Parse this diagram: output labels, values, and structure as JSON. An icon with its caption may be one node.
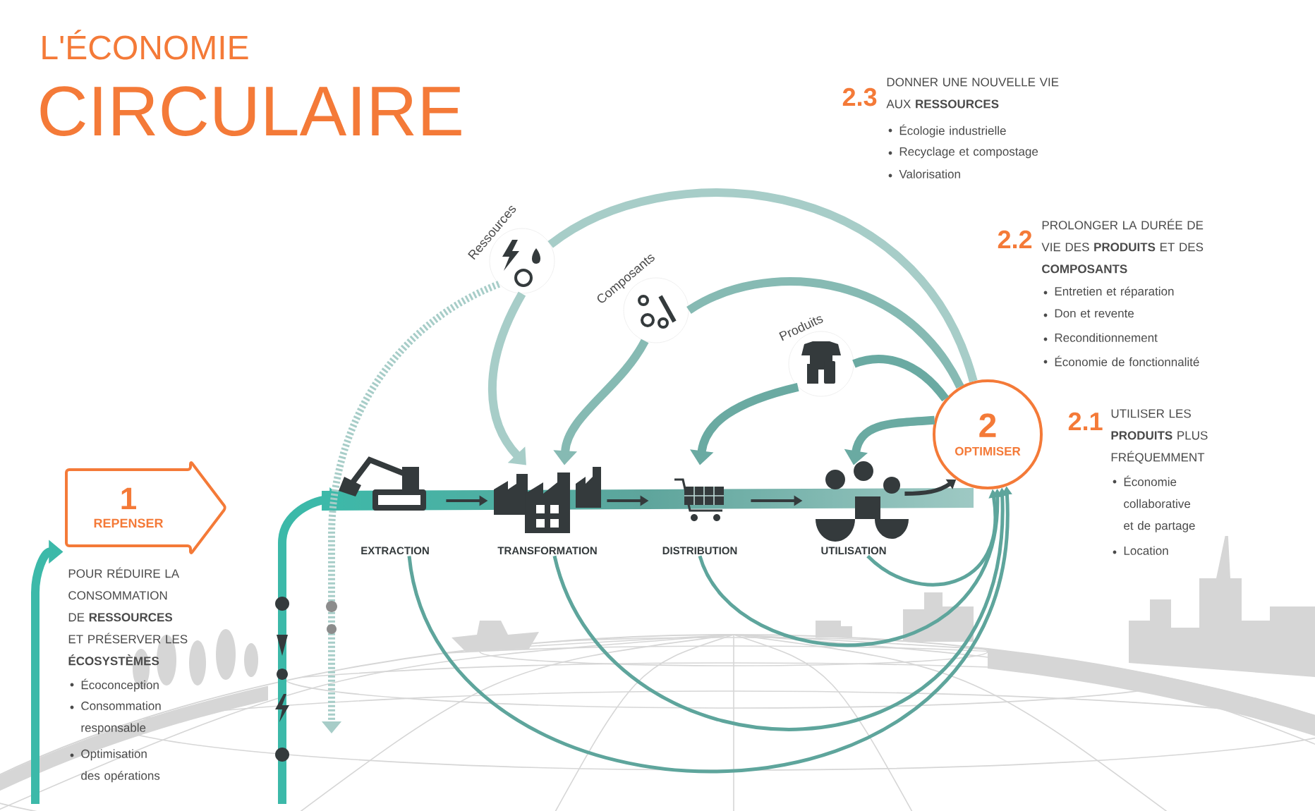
{
  "diagram": {
    "title": "L'ÉCONOMIE",
    "nodes": [
      {
        "text": [
          "1",
          "REPENSER"
        ]
      },
      {
        "text": [
          "EXTRACTION"
        ]
      },
      {
        "text": [
          "TRANSFORMATION"
        ]
      },
      {
        "text": [
          "DISTRIBUTION"
        ]
      },
      {
        "text": [
          "UTILISATION"
        ]
      },
      {
        "text": [
          "2",
          "OPTIMISER"
        ]
      },
      {
        "text": [
          "Ressources"
        ]
      },
      {
        "text": [
          "Composants"
        ]
      },
      {
        "text": [
          "Produits"
        ]
      }
    ],
    "edges": [
      {
        "from": null,
        "to": 0,
        "arrow": "to",
        "color": "#3cb9a9"
      },
      {
        "from": null,
        "to": 1,
        "arrow": "to",
        "color": "#3cb9a9"
      },
      {
        "from": 1,
        "to": 2,
        "arrow": "to",
        "color": "#343a3c"
      },
      {
        "from": 2,
        "to": 3,
        "arrow": "to",
        "color": "#343a3c"
      },
      {
        "from": 3,
        "to": 4,
        "arrow": "to",
        "color": "#343a3c"
      },
      {
        "from": 4,
        "to": 5,
        "arrow": "to",
        "color": "#343a3c"
      },
      {
        "from": 1,
        "to": 5,
        "arrow": "to",
        "color": "#5ea59c"
      },
      {
        "from": 2,
        "to": 5,
        "arrow": "to",
        "color": "#5ea59c"
      },
      {
        "from": 3,
        "to": 5,
        "arrow": "to",
        "color": "#5ea59c"
      },
      {
        "from": 4,
        "to": 5,
        "arrow": "to",
        "color": "#5ea59c"
      },
      {
        "from": 5,
        "to": 6,
        "arrow": "none",
        "color": "#a7cdc8"
      },
      {
        "from": 6,
        "to": 2,
        "arrow": "to",
        "color": "#a7cdc8"
      },
      {
        "from": 6,
        "to": null,
        "arrow": "to",
        "style": "dashed",
        "color": "#a7cdc8"
      },
      {
        "from": 5,
        "to": 7,
        "arrow": "none",
        "color": "#86bab3"
      },
      {
        "from": 7,
        "to": 2,
        "arrow": "to",
        "color": "#86bab3"
      },
      {
        "from": 5,
        "to": 8,
        "arrow": "none",
        "color": "#6aaaa2"
      },
      {
        "from": 8,
        "to": 3,
        "arrow": "to",
        "color": "#6aaaa2"
      },
      {
        "from": 5,
        "to": 4,
        "arrow": "to",
        "color": "#6aaaa2"
      }
    ],
    "labels": [
      "CIRCULAIRE",
      "POUR RÉDUIRE LA CONSOMMATION DE **RESSOURCES** ET PRÉSERVER LES **ÉCOSYSTÈMES**",
      "Écoconception",
      "Consommation responsable",
      "Optimisation des opérations",
      "2.3",
      "DONNER UNE NOUVELLE VIE AUX **RESSOURCES**",
      "Écologie industrielle",
      "Recyclage et compostage",
      "Valorisation",
      "2.2",
      "PROLONGER LA DURÉE DE VIE DES **PRODUITS** ET DES **COMPOSANTS**",
      "Entretien et réparation",
      "Don et revente",
      "Reconditionnement",
      "Économie de fonctionnalité",
      "2.1",
      "UTILISER LES **PRODUITS** PLUS FRÉQUEMMENT",
      "Économie collaborative et de partage",
      "Location"
    ]
  }
}
